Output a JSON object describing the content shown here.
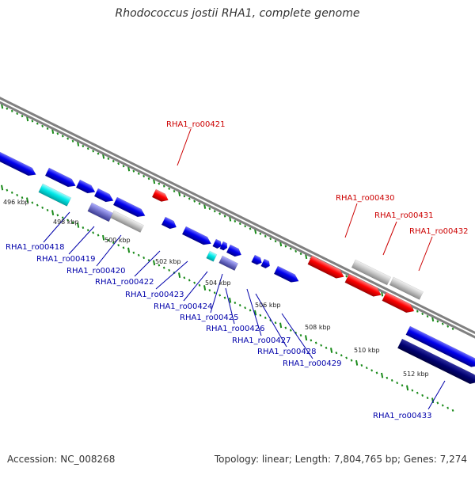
{
  "title": "Rhodococcus jostii RHA1, complete genome",
  "footer": {
    "accession": "Accession: NC_008268",
    "summary": "Topology: linear; Length: 7,804,765 bp; Genes: 7,274"
  },
  "colors": {
    "plus_strand": "#0000ee",
    "minus_strand_gene": "#ff0000",
    "pseudo": "#c8c8c8",
    "rna": "#00e0e0",
    "cds_pale": "#7070c8",
    "dark": "#000070",
    "backbone": "#808080",
    "tick": "#008000",
    "label_blue": "#0000aa",
    "label_red": "#cc0000"
  },
  "kbp_ticks": [
    "496 kbp",
    "498 kbp",
    "500 kbp",
    "502 kbp",
    "504 kbp",
    "506 kbp",
    "508 kbp",
    "510 kbp",
    "512 kbp"
  ],
  "gene_labels": {
    "upper": [
      "RHA1_ro00421",
      "RHA1_ro00430",
      "RHA1_ro00431",
      "RHA1_ro00432"
    ],
    "lower": [
      "RHA1_ro00418",
      "RHA1_ro00419",
      "RHA1_ro00420",
      "RHA1_ro00422",
      "RHA1_ro00423",
      "RHA1_ro00424",
      "RHA1_ro00425",
      "RHA1_ro00426",
      "RHA1_ro00427",
      "RHA1_ro00428",
      "RHA1_ro00429",
      "RHA1_ro00433"
    ]
  }
}
